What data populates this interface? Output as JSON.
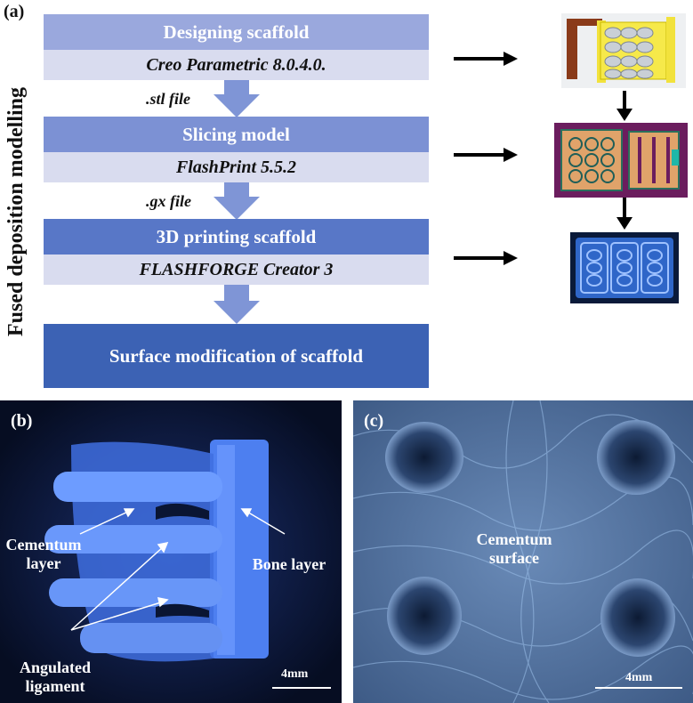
{
  "panel_a": {
    "label": "(a)",
    "vertical_title": "Fused deposition modelling",
    "steps": [
      {
        "title": "Designing scaffold",
        "tool": "Creo Parametric 8.0.4.0."
      },
      {
        "title": "Slicing model",
        "tool": "FlashPrint 5.5.2"
      },
      {
        "title": "3D printing scaffold",
        "tool": "FLASHFORGE Creator 3"
      }
    ],
    "file_labels": [
      ".stl file",
      ".gx file"
    ],
    "final_step": "Surface modification of scaffold"
  },
  "panel_b": {
    "label": "(b)",
    "cementum_label": "Cementum\nlayer",
    "bone_label": "Bone layer",
    "ligament_label": "Angulated\nligament",
    "scale": "4mm"
  },
  "panel_c": {
    "label": "(c)",
    "surface_label": "Cementum\nsurface",
    "scale": "4mm"
  },
  "colors": {
    "step1_header": "#9aa8dd",
    "step2_header": "#7c91d4",
    "step3_header": "#5877c7",
    "final_box": "#3c62b4",
    "tool_bar": "#d9dcef",
    "flow_arrow": "#7f95d6"
  }
}
